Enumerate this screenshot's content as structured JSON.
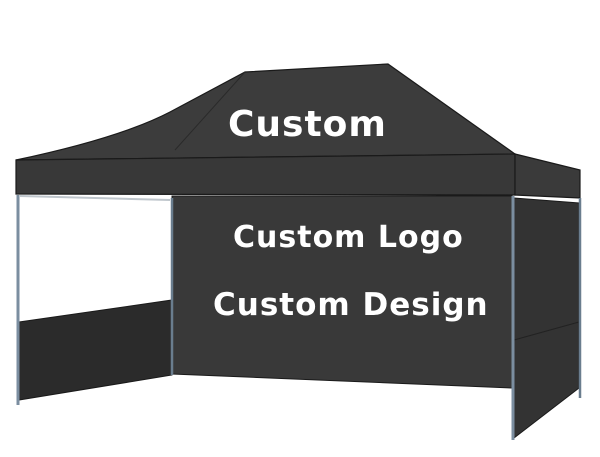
{
  "tent": {
    "roof_text": "Custom",
    "wall_text_1": "Custom Logo",
    "wall_text_2": "Custom Design",
    "canopy_color": "#3b3b3b",
    "edge_color": "#1a1a1a",
    "frame_color": "#7b8ea0",
    "text_color": "#ffffff"
  }
}
